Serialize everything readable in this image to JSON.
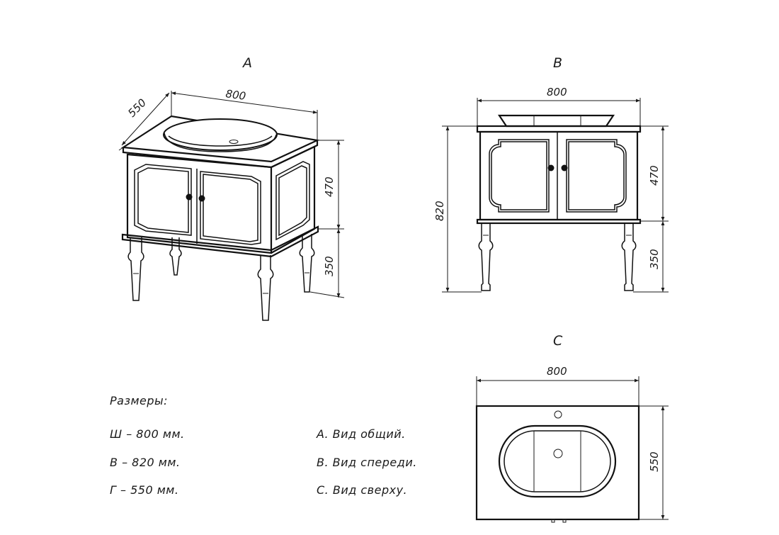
{
  "views": {
    "A": {
      "label": "A",
      "width": "800",
      "depth": "550",
      "cabinet_height": "470",
      "leg_height": "350"
    },
    "B": {
      "label": "B",
      "width": "800",
      "total_height": "820",
      "cabinet_height": "470",
      "leg_height": "350"
    },
    "C": {
      "label": "C",
      "width": "800",
      "depth": "550"
    }
  },
  "sizes": {
    "heading": "Размеры:",
    "items": [
      "Ш  –  800  мм.",
      "В  –  820  мм.",
      "Г  –  550  мм."
    ]
  },
  "legend": {
    "items": [
      "А.  Вид  общий.",
      "B.  Вид  спереди.",
      "С.  Вид  сверху."
    ]
  }
}
